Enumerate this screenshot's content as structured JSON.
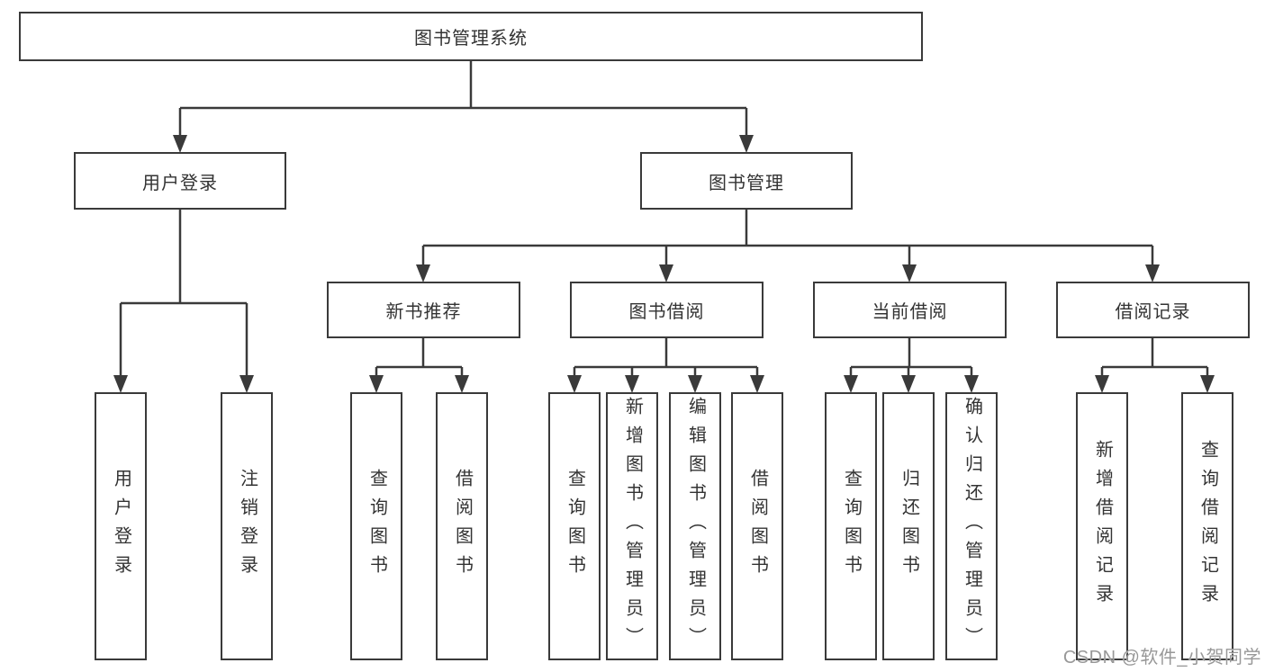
{
  "diagram_title": "图书管理系统",
  "colors": {
    "line": "#3a3a3a",
    "box_border": "#3a3a3a",
    "box_fill": "#ffffff",
    "text": "#333333",
    "watermark": "#989898"
  },
  "tree": {
    "label": "图书管理系统",
    "children": [
      {
        "label": "用户登录",
        "children": [
          {
            "label": "用户登录"
          },
          {
            "label": "注销登录"
          }
        ]
      },
      {
        "label": "图书管理",
        "children": [
          {
            "label": "新书推荐",
            "children": [
              {
                "label": "查询图书"
              },
              {
                "label": "借阅图书"
              }
            ]
          },
          {
            "label": "图书借阅",
            "children": [
              {
                "label": "查询图书"
              },
              {
                "label": "新增图书（管理员）"
              },
              {
                "label": "编辑图书（管理员）"
              },
              {
                "label": "借阅图书"
              }
            ]
          },
          {
            "label": "当前借阅",
            "children": [
              {
                "label": "查询图书"
              },
              {
                "label": "归还图书"
              },
              {
                "label": "确认归还（管理员）"
              }
            ]
          },
          {
            "label": "借阅记录",
            "children": [
              {
                "label": "新增借阅记录"
              },
              {
                "label": "查询借阅记录"
              }
            ]
          }
        ]
      }
    ]
  },
  "watermark": "CSDN @软件_小贺同学"
}
